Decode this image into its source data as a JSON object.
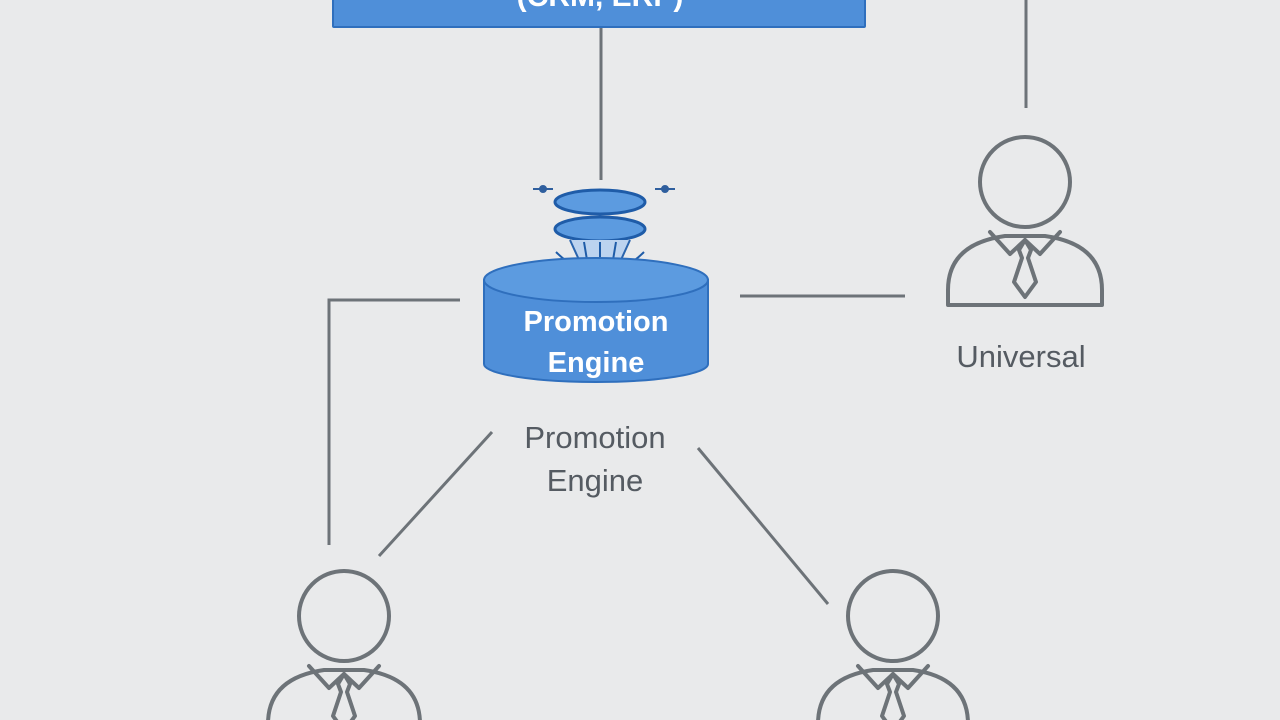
{
  "diagram": {
    "top_box": {
      "label": "(CRM, ERP)",
      "color": "#4f8fd9",
      "border_color": "#2f6fbd"
    },
    "engine_node": {
      "label_line1": "Promotion",
      "label_line2": "Engine",
      "color": "#4f8fd9",
      "border_color": "#2f6fbd"
    },
    "engine_caption": {
      "line1": "Promotion",
      "line2": "Engine"
    },
    "universal_user": {
      "label": "Universal",
      "icon": "person-icon"
    },
    "bottom_left_user": {
      "icon": "person-icon"
    },
    "bottom_right_user": {
      "icon": "person-icon"
    },
    "line_color": "#6d7378"
  }
}
